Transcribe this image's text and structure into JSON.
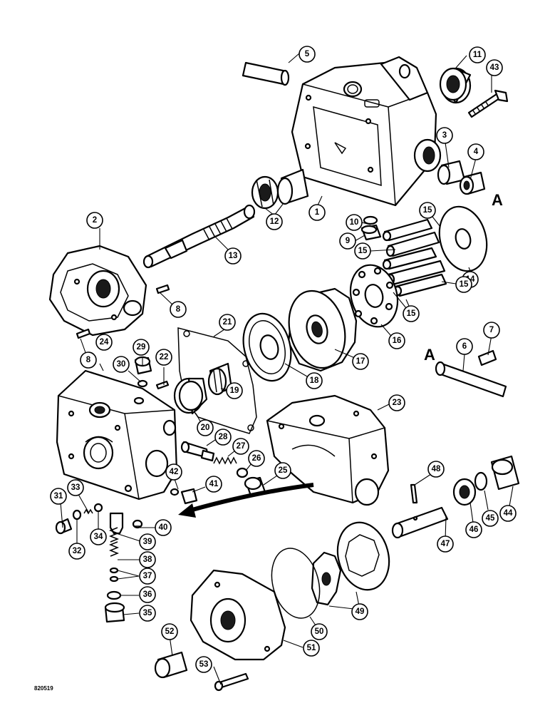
{
  "figure_code": "820519",
  "reference_letter": "A",
  "callouts": [
    "1",
    "2",
    "3",
    "4",
    "5",
    "6",
    "7",
    "8",
    "9",
    "10",
    "11",
    "12",
    "13",
    "14",
    "15",
    "16",
    "17",
    "18",
    "19",
    "20",
    "21",
    "22",
    "23",
    "24",
    "25",
    "26",
    "27",
    "28",
    "29",
    "30",
    "31",
    "32",
    "33",
    "34",
    "35",
    "36",
    "37",
    "38",
    "39",
    "40",
    "41",
    "42",
    "43",
    "44",
    "45",
    "46",
    "47",
    "48",
    "49",
    "50",
    "51",
    "52",
    "53"
  ]
}
